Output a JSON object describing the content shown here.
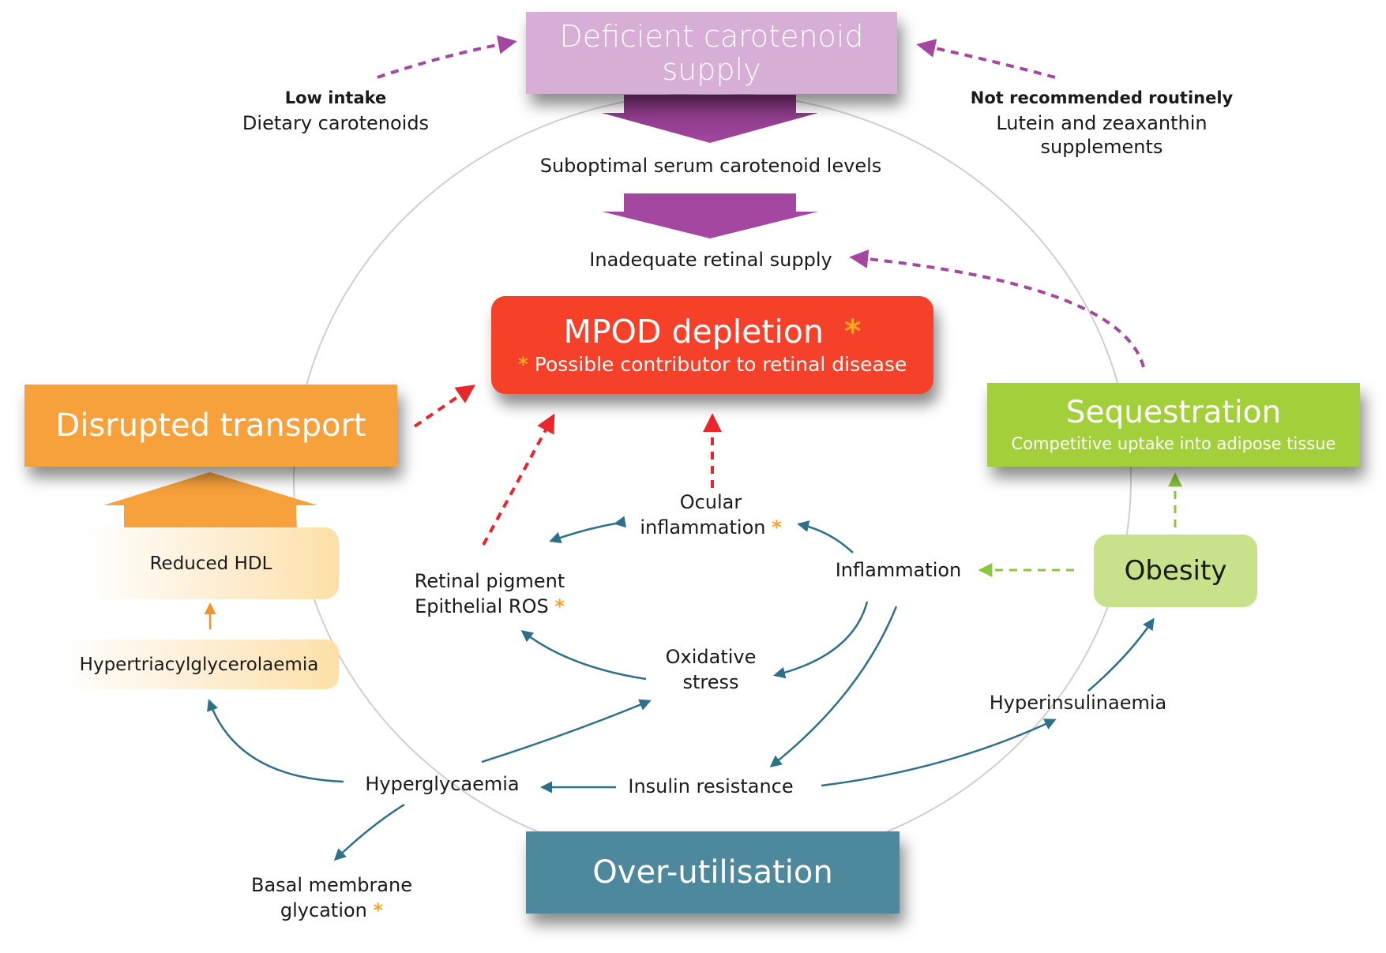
{
  "title_boxes": {
    "deficient": {
      "line1": "Deficient carotenoid",
      "line2": "supply",
      "color": "#d7aed6"
    },
    "mpod": {
      "title": "MPOD depletion",
      "title_star": "*",
      "subtitle_star": "*",
      "subtitle": "Possible contributor to retinal disease",
      "color": "#f5412a"
    },
    "disrupted": {
      "label": "Disrupted transport",
      "color": "#f6a13b"
    },
    "sequestration": {
      "title": "Sequestration",
      "subtitle": "Competitive uptake into adipose tissue",
      "color": "#a3cf3b"
    },
    "obesity": {
      "label": "Obesity",
      "color": "#c8e28c"
    },
    "overuse": {
      "label": "Over-utilisation",
      "color": "#4d889c"
    }
  },
  "top_left": {
    "bold": "Low intake",
    "text": "Dietary carotenoids"
  },
  "top_right": {
    "bold": "Not recommended routinely",
    "line1": "Lutein and zeaxanthin",
    "line2": "supplements"
  },
  "flow": {
    "serum": "Suboptimal serum carotenoid levels",
    "retinal": "Inadequate retinal supply"
  },
  "transport": {
    "hdl": "Reduced HDL",
    "hypertri": "Hypertriacylglycerolaemia"
  },
  "nodes": {
    "ocular": {
      "line1": "Ocular",
      "line2": "inflammation",
      "star": "*"
    },
    "rpe": {
      "line1": "Retinal pigment",
      "line2": "Epithelial ROS",
      "star": "*"
    },
    "inflammation": "Inflammation",
    "oxidative": {
      "line1": "Oxidative",
      "line2": "stress"
    },
    "hyperinsulinaemia": "Hyperinsulinaemia",
    "hyperglycaemia": "Hyperglycaemia",
    "insulin_resistance": "Insulin resistance",
    "basal": {
      "line1": "Basal membrane",
      "line2": "glycation",
      "star": "*"
    }
  },
  "colors": {
    "purple_arrow": "#a347a0",
    "red_arrow": "#e8262b",
    "teal_arrow": "#2f7089",
    "green_arrow": "#8cc63f",
    "orange_arrow": "#f39325",
    "circle": "#cfcfcf",
    "star": "#f5a623"
  }
}
